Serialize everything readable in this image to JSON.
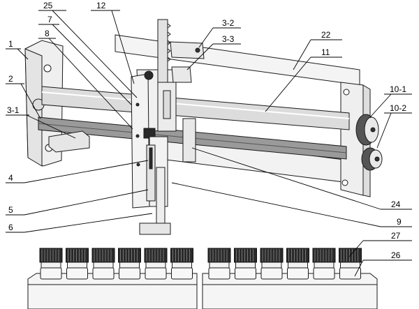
{
  "labels": {
    "n25": "25",
    "n12": "12",
    "n7": "7",
    "n8": "8",
    "n1": "1",
    "n2": "2",
    "n3_1": "3-1",
    "n4": "4",
    "n5": "5",
    "n6": "6",
    "n3_2": "3-2",
    "n3_3": "3-3",
    "n22": "22",
    "n11": "11",
    "n10_1": "10-1",
    "n10_2": "10-2",
    "n24": "24",
    "n9": "9",
    "n27": "27",
    "n26": "26"
  },
  "colors": {
    "line": "#1a1a1a",
    "frame": "#efefef",
    "rod": "#d9d9d9",
    "screw": "#8a8a8a",
    "dark": "#2a2a2a"
  }
}
